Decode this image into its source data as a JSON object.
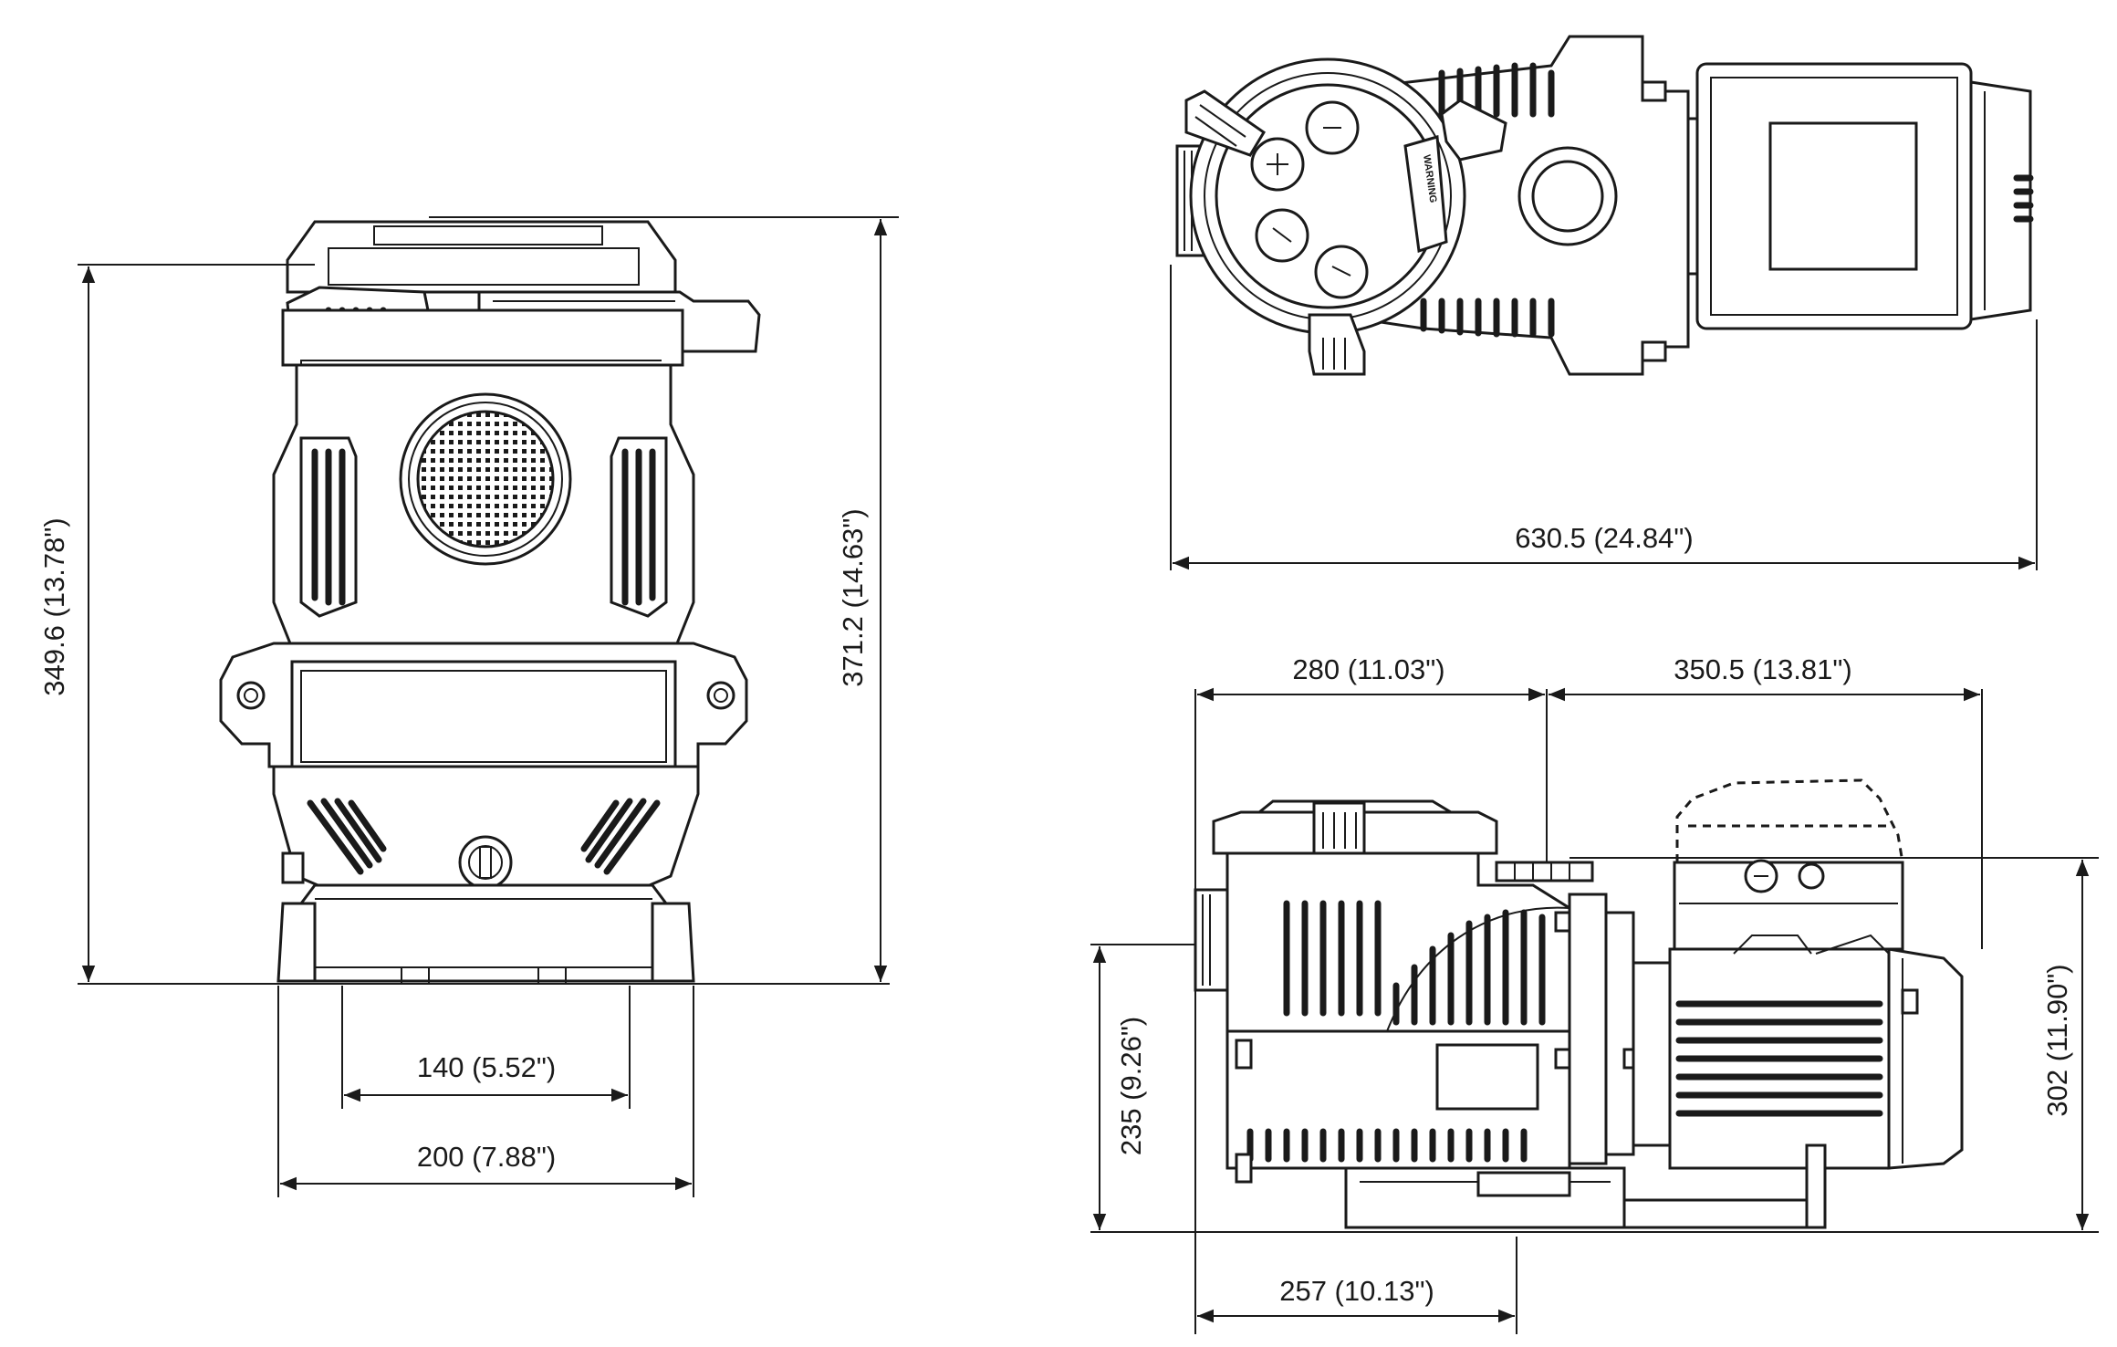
{
  "dimensions": {
    "front_left_height": "349.6 (13.78\")",
    "front_right_height": "371.2 (14.63\")",
    "front_inner_width": "140 (5.52\")",
    "front_outer_width": "200 (7.88\")",
    "top_total_length": "630.5 (24.84\")",
    "side_left_top": "280 (11.03\")",
    "side_right_top": "350.5 (13.81\")",
    "side_inlet_height": "235 (9.26\")",
    "side_total_height": "302 (11.90\")",
    "side_base_length": "257 (10.13\")"
  },
  "decal": {
    "warning_text": "WARNING"
  }
}
